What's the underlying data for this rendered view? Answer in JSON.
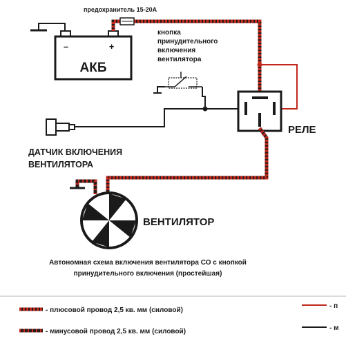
{
  "labels": {
    "fuse": "предохранитель 15-20А",
    "battery": "АКБ",
    "battery_minus": "–",
    "battery_plus": "+",
    "button_line1": "кнопка",
    "button_line2": "принудительного",
    "button_line3": "включения",
    "button_line4": "вентилятора",
    "relay": "РЕЛЕ",
    "sensor_line1": "ДАТЧИК ВКЛЮЧЕНИЯ",
    "sensor_line2": "ВЕНТИЛЯТОРА",
    "fan": "ВЕНТИЛЯТОР"
  },
  "caption": {
    "line1": "Автономная схема включения вентилятора СО с кнопкой",
    "line2": "принудительного включения (простейшая)"
  },
  "legend": {
    "plus_wire": "- плюсовой провод 2,5 кв. мм (силовой)",
    "minus_wire": "- минусовой провод 2,5 кв. мм (силовой)",
    "plus_right_cut": "- п",
    "minus_right_cut": "- м"
  },
  "colors": {
    "power_plus": "#c0281c",
    "power_minus": "#2a1a1a",
    "signal_plus": "#c0281c",
    "signal_minus": "#1a1a1a"
  }
}
